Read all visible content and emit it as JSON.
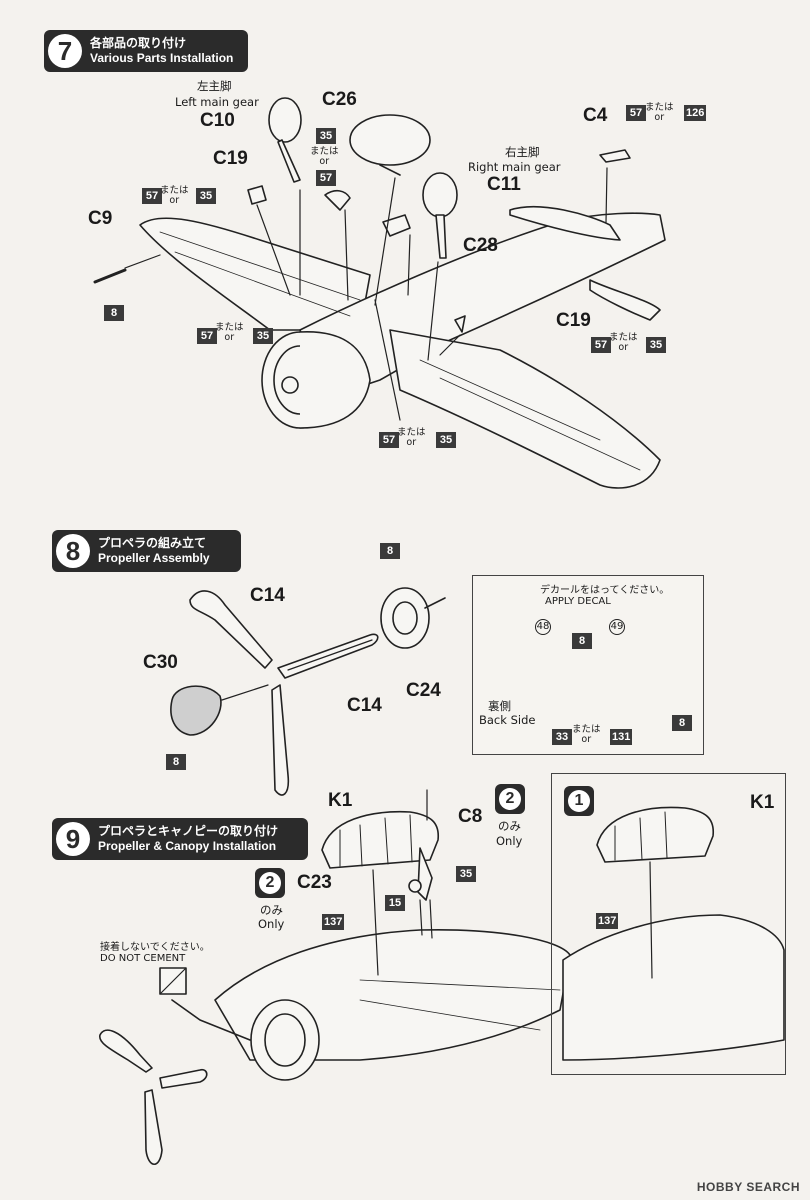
{
  "step7": {
    "number": "7",
    "title_jp": "各部品の取り付け",
    "title_en": "Various Parts Installation",
    "left_gear_jp": "左主脚",
    "left_gear_en": "Left main gear",
    "right_gear_jp": "右主脚",
    "right_gear_en": "Right main gear",
    "parts": {
      "c10": "C10",
      "c19a": "C19",
      "c26": "C26",
      "c9": "C9",
      "c4": "C4",
      "c11": "C11",
      "c28": "C28",
      "c19b": "C19"
    },
    "or_jp": "または",
    "or_en": "or",
    "colors": {
      "c57": "57",
      "c35": "35",
      "c126": "126",
      "c8": "8"
    }
  },
  "step8": {
    "number": "8",
    "title_jp": "プロペラの組み立て",
    "title_en": "Propeller Assembly",
    "parts": {
      "c14a": "C14",
      "c14b": "C14",
      "c30": "C30",
      "c24": "C24"
    },
    "colors": {
      "c8": "8"
    },
    "decal": {
      "jp": "デカールをはってください。",
      "en": "APPLY DECAL",
      "num48": "48",
      "num49": "49",
      "back_jp": "裏側",
      "back_en": "Back Side",
      "c8": "8",
      "c33": "33",
      "c131": "131"
    }
  },
  "step9": {
    "number": "9",
    "title_jp": "プロペラとキャノピーの取り付け",
    "title_en": "Propeller & Canopy Installation",
    "parts": {
      "k1a": "K1",
      "c8": "C8",
      "c23": "C23",
      "k1b": "K1"
    },
    "colors": {
      "c35": "35",
      "c15": "15",
      "c137a": "137",
      "c137b": "137"
    },
    "option2": "2",
    "option1": "1",
    "only_jp": "のみ",
    "only_en": "Only",
    "no_cement_jp": "接着しないでください。",
    "no_cement_en": "DO NOT CEMENT"
  },
  "watermark": "HOBBY SEARCH"
}
